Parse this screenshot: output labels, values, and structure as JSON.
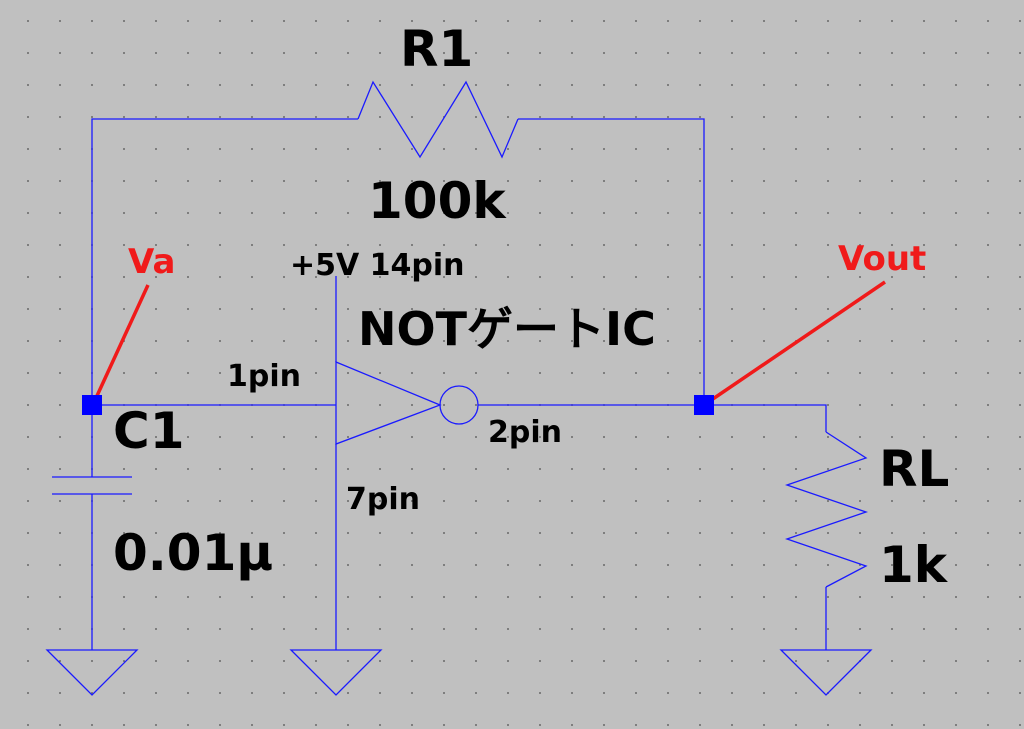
{
  "components": {
    "r1": {
      "name": "R1",
      "value": "100k"
    },
    "c1": {
      "name": "C1",
      "value": "0.01μ"
    },
    "rl": {
      "name": "RL",
      "value": "1k"
    },
    "ic": {
      "name": "NOTゲートIC",
      "power_label": "+5V 14pin",
      "input_pin": "1pin",
      "output_pin": "2pin",
      "ground_pin": "7pin"
    }
  },
  "probes": {
    "va": "Va",
    "vout": "Vout"
  },
  "colors": {
    "background": "#c0c0c0",
    "wire": "#1a1aff",
    "node": "#0000ff",
    "probe": "#f01a1a",
    "text": "#000000"
  }
}
